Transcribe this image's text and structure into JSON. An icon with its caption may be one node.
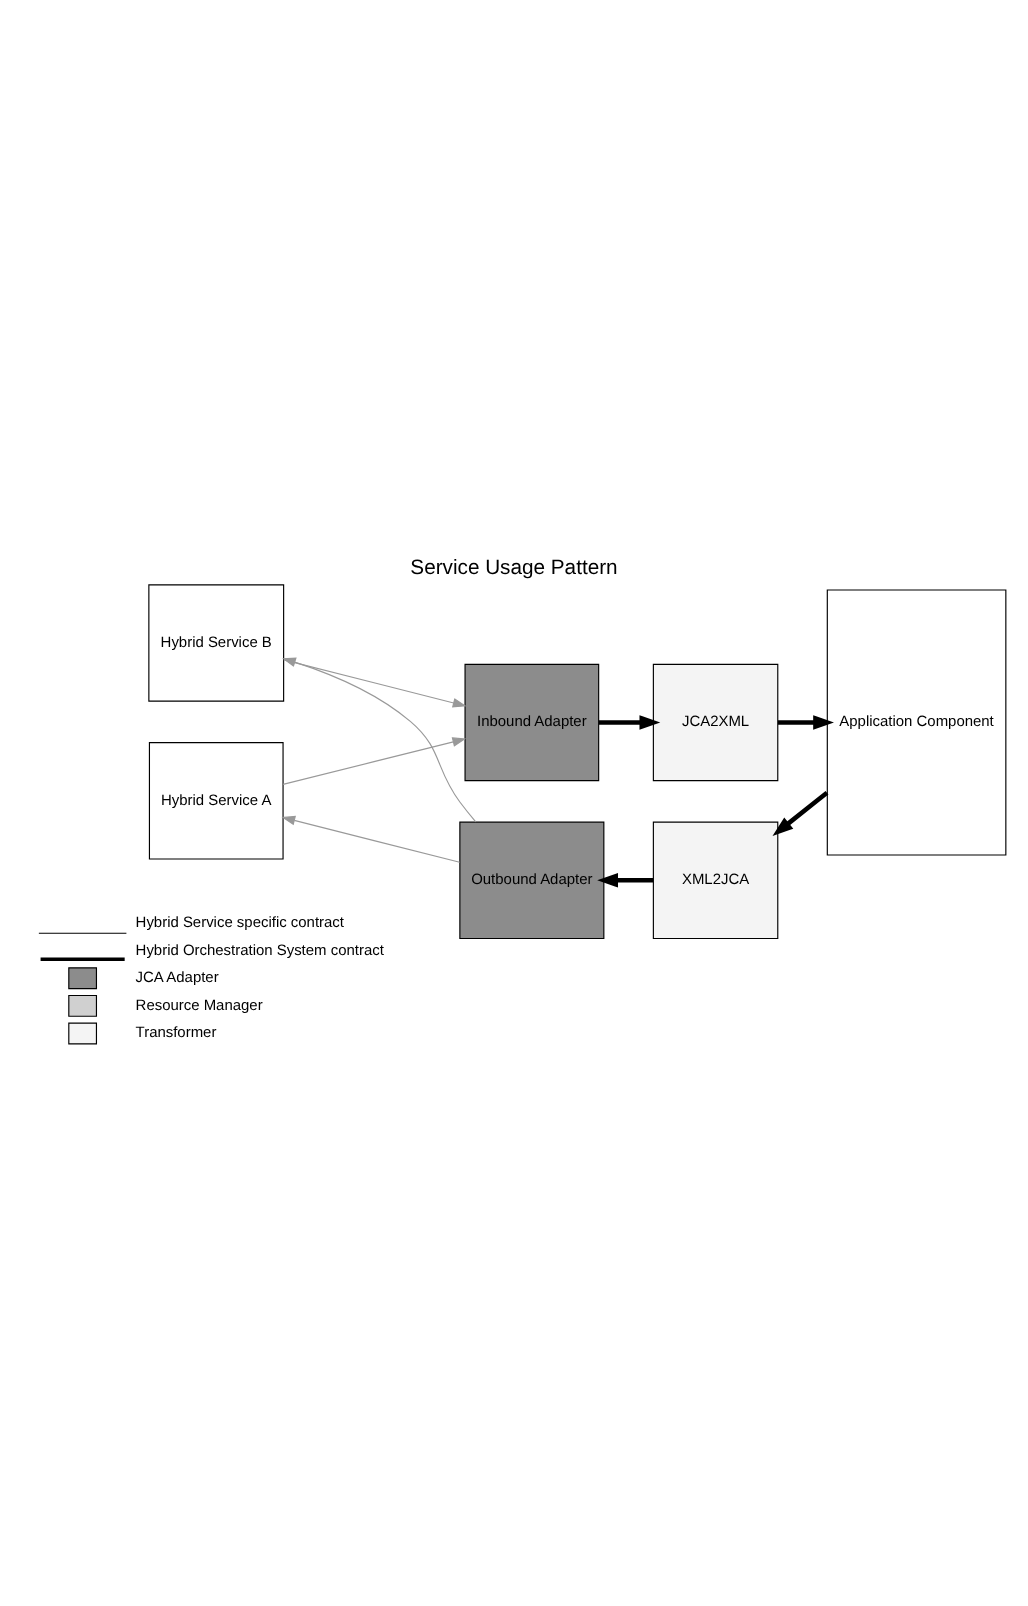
{
  "diagram": {
    "title": "Service Usage Pattern",
    "nodes": [
      {
        "text": [
          "Hybrid Service B"
        ]
      },
      {
        "text": [
          "Inbound Adapter"
        ]
      },
      {
        "text": [
          "JCA2XML"
        ]
      },
      {
        "text": [
          "Application Component"
        ]
      },
      {
        "text": [
          "Hybrid Service A"
        ]
      },
      {
        "text": [
          "Outbound Adapter"
        ]
      },
      {
        "text": [
          "XML2JCA"
        ]
      }
    ],
    "edges": [
      {
        "from": 0,
        "to": 1,
        "arrow": "to",
        "color": "#999999"
      },
      {
        "from": 4,
        "to": 1,
        "arrow": "to",
        "color": "#999999"
      },
      {
        "from": 5,
        "to": 0,
        "arrow": "to",
        "color": "#999999"
      },
      {
        "from": 5,
        "to": 4,
        "arrow": "to",
        "color": "#999999"
      },
      {
        "from": 1,
        "to": 2,
        "arrow": "to",
        "style": "thick",
        "color": "#000000"
      },
      {
        "from": 2,
        "to": 3,
        "arrow": "to",
        "style": "thick",
        "color": "#000000"
      },
      {
        "from": 3,
        "to": 6,
        "arrow": "to",
        "style": "thick",
        "color": "#000000"
      },
      {
        "from": 6,
        "to": 5,
        "arrow": "to",
        "style": "thick",
        "color": "#000000"
      }
    ],
    "legend": [
      {
        "text": "Hybrid Service specific contract"
      },
      {
        "text": "Hybrid Orchestration System contract"
      },
      {
        "text": "JCA Adapter",
        "color": "#8c8c8c"
      },
      {
        "text": "Resource Manager",
        "color": "#d0d0d0"
      },
      {
        "text": "Transformer",
        "color": "#f4f4f4"
      }
    ]
  }
}
